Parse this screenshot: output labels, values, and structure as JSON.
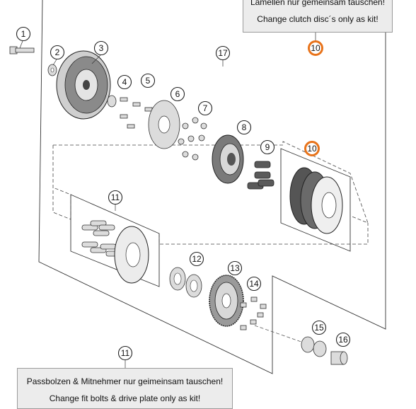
{
  "callouts": {
    "c1": "1",
    "c2": "2",
    "c3": "3",
    "c4": "4",
    "c5": "5",
    "c6": "6",
    "c7": "7",
    "c8": "8",
    "c9": "9",
    "c10a": "10",
    "c10b": "10",
    "c11a": "11",
    "c11b": "11",
    "c12": "12",
    "c13": "13",
    "c14": "14",
    "c15": "15",
    "c16": "16",
    "c17": "17"
  },
  "notes": {
    "top_line1": "Lamellen nur gemeinsam tauschen!",
    "top_line2": "Change clutch disc´s only as kit!",
    "bottom_line1": "Passbolzen & Mitnehmer nur geimeinsam tauschen!",
    "bottom_line2": "Change fit bolts & drive plate only as kit!"
  },
  "colors": {
    "highlight": "#e8731a",
    "note_bg": "#ececec",
    "line": "#333333"
  }
}
